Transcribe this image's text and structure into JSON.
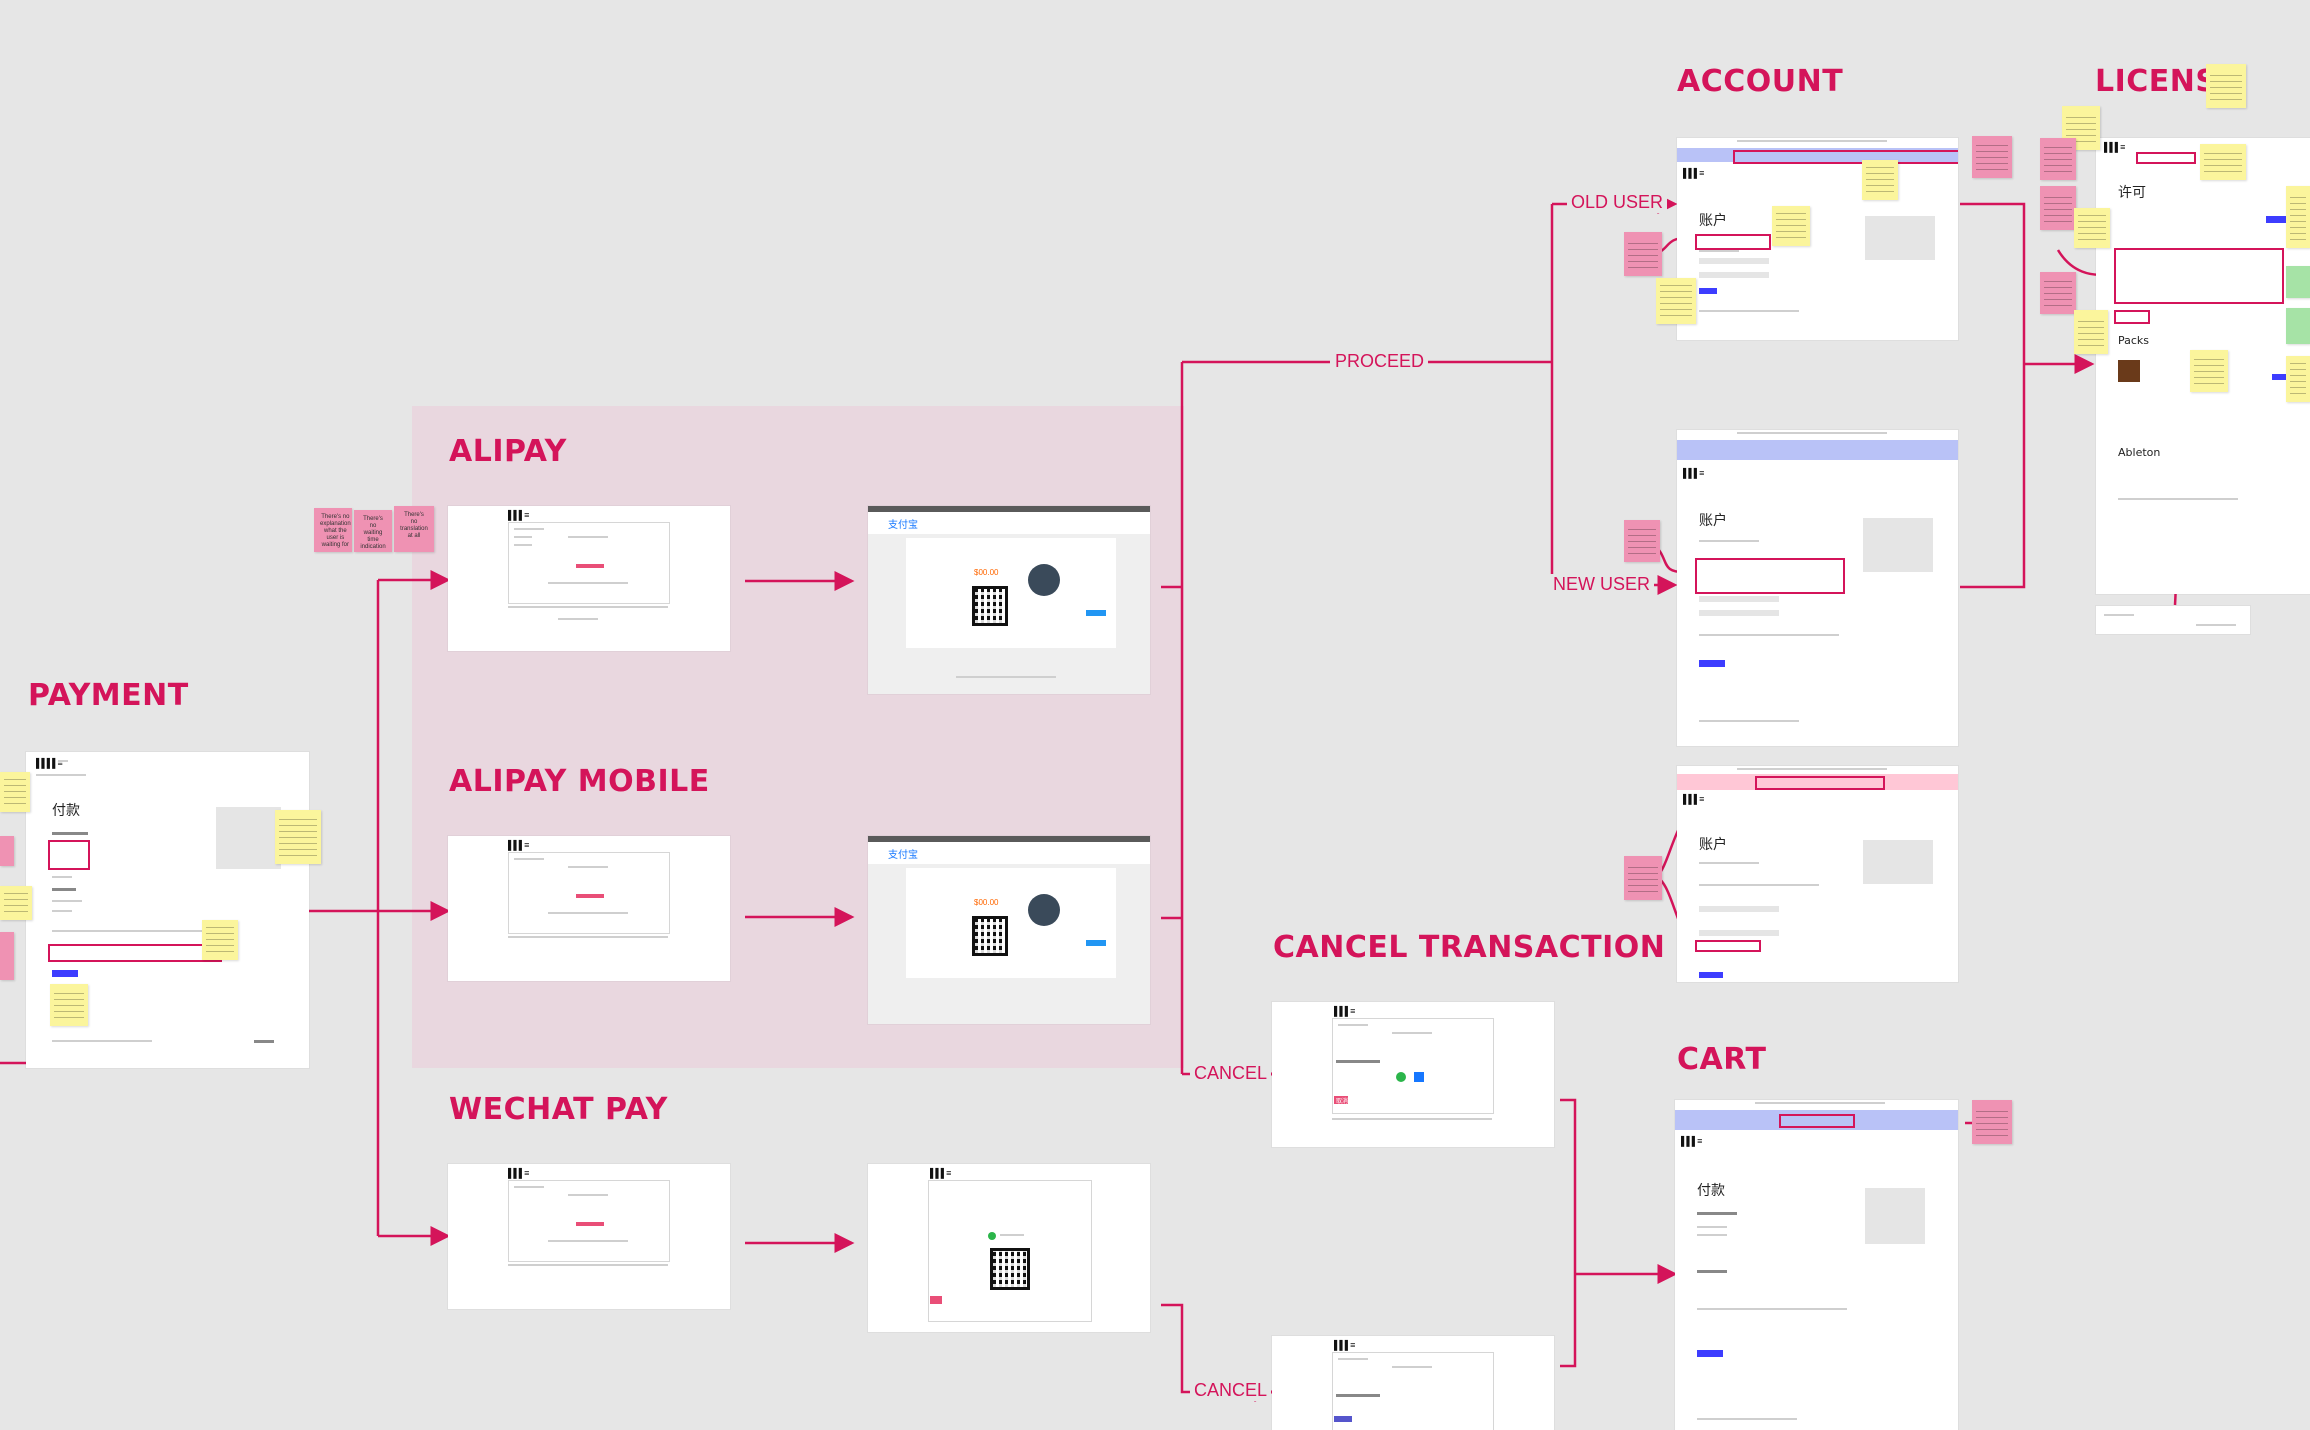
{
  "colors": {
    "accent": "#d4145a",
    "background": "#e6e6e6",
    "region": "#e9d7df",
    "sticky": "#fbf59c",
    "sticky_pink": "#ef92b3"
  },
  "headings": {
    "payment": "PAYMENT",
    "alipay": "ALIPAY",
    "alipay_mobile": "ALIPAY MOBILE",
    "wechat_pay": "WECHAT PAY",
    "cancel_transaction": "CANCEL TRANSACTION",
    "account": "ACCOUNT",
    "license": "LICENSE",
    "cart": "CART"
  },
  "flow_labels": {
    "proceed": "PROCEED",
    "old_user": "OLD USER",
    "new_user": "NEW USER",
    "cancel_1": "CANCEL",
    "cancel_2": "CANCEL"
  },
  "screens": {
    "payment": {
      "title": "付款"
    },
    "account_old": {
      "title": "账户"
    },
    "account_new": {
      "title": "账户"
    },
    "account_third": {
      "title": "账户"
    },
    "license": {
      "title": "许可",
      "packs": "Packs",
      "brand": "Ableton"
    },
    "cart": {
      "title": "付款"
    },
    "alipay_brand": "支付宝",
    "alipay_amount": "$00.00",
    "cancel_text": "取消"
  },
  "stickies": {
    "alipay_note_1": "There's no explanation what the user is waiting for",
    "alipay_note_2": "There's no waiting time indication",
    "alipay_note_3": "There's no translation at all"
  }
}
